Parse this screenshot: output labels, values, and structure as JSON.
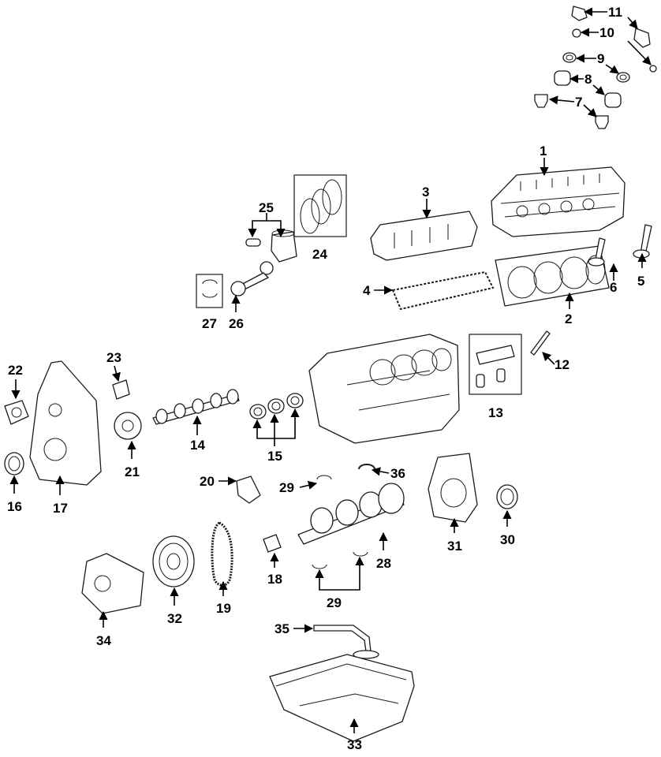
{
  "callouts": [
    "1",
    "2",
    "3",
    "4",
    "5",
    "6",
    "7",
    "8",
    "9",
    "10",
    "11",
    "12",
    "13",
    "14",
    "15",
    "16",
    "17",
    "18",
    "19",
    "20",
    "21",
    "22",
    "23",
    "24",
    "25",
    "26",
    "27",
    "28",
    "29",
    "29",
    "30",
    "31",
    "32",
    "33",
    "34",
    "35",
    "36"
  ],
  "colors": {
    "line": "#1a1a1a",
    "background": "#ffffff"
  }
}
